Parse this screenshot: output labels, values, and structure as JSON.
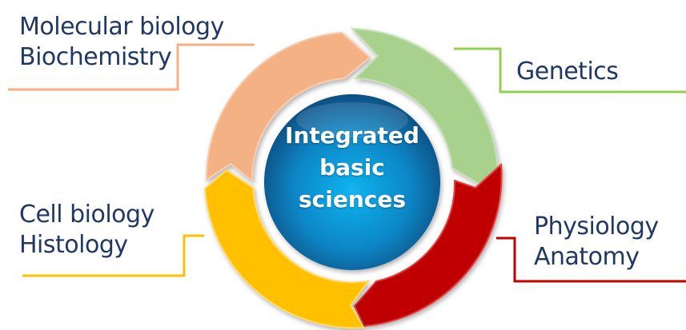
{
  "center": {
    "line1": "Integrated",
    "line2": "basic",
    "line3": "sciences",
    "color": "#1a8fd0"
  },
  "segments": [
    {
      "id": "top-left",
      "line1": "Molecular biology",
      "line2": "Biochemistry",
      "color": "#f4b183"
    },
    {
      "id": "top-right",
      "line1": "Genetics",
      "color": "#a9d18e"
    },
    {
      "id": "bottom-right",
      "line1": "Physiology",
      "line2": "Anatomy",
      "color": "#c00000"
    },
    {
      "id": "bottom-left",
      "line1": "Cell biology",
      "line2": "Histology",
      "color": "#ffc000"
    }
  ],
  "text_color": "#1f3864"
}
